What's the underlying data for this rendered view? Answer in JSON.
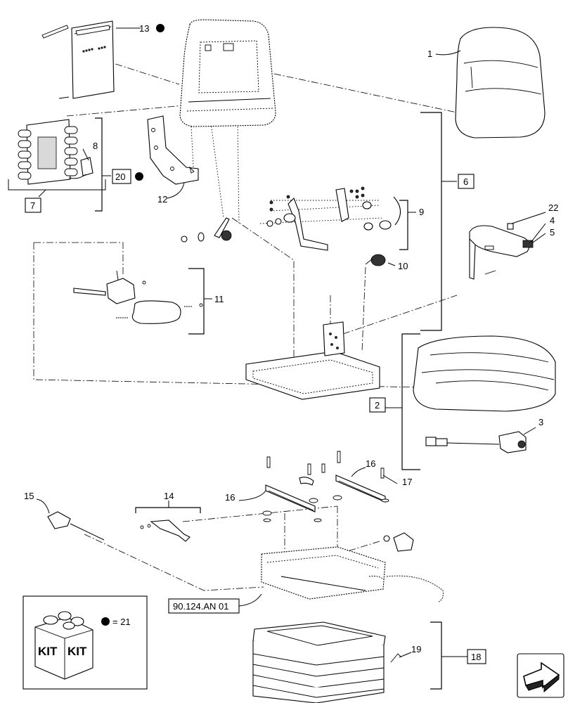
{
  "diagram": {
    "callouts": {
      "c1": "1",
      "c2": "2",
      "c3": "3",
      "c4": "4",
      "c5": "5",
      "c6": "6",
      "c7": "7",
      "c8": "8",
      "c9": "9",
      "c10": "10",
      "c11": "11",
      "c12": "12",
      "c13": "13",
      "c14": "14",
      "c15": "15",
      "c16a": "16",
      "c16b": "16",
      "c17": "17",
      "c18": "18",
      "c19": "19",
      "c20": "20",
      "c22": "22"
    },
    "kit_legend": {
      "symbol": "●",
      "equals": "= 21",
      "kit_word_1": "KIT",
      "kit_word_2": "KIT"
    },
    "reference_label": "90.124.AN 01",
    "marker_dot_color": "#000000"
  }
}
